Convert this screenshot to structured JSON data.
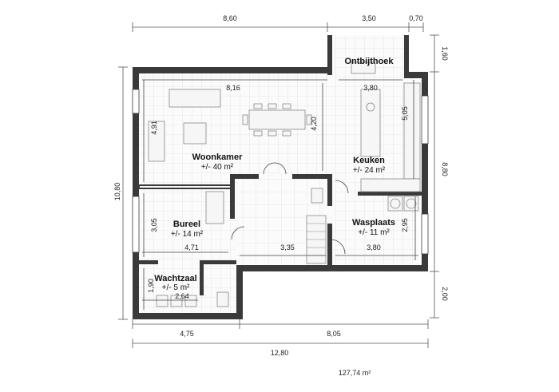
{
  "overall_dims": {
    "top_left": "8,60",
    "top_mid": "3,50",
    "top_right": "0,70",
    "right_top": "1,60",
    "right_mid": "8,80",
    "right_bottom": "2,00",
    "left": "10,80",
    "bottom_left": "4,75",
    "bottom_right": "8,05",
    "bottom_total": "12,80"
  },
  "rooms": {
    "ontbijthoek": {
      "name": "Ontbijthoek",
      "dim": "3,80"
    },
    "woonkamer": {
      "name": "Woonkamer",
      "area": "+/- 40 m²",
      "dim_w": "8,16",
      "dim_h": "4,91",
      "dim_inner": "4,20"
    },
    "keuken": {
      "name": "Keuken",
      "area": "+/- 24 m²",
      "dim_h": "5,05"
    },
    "bureel": {
      "name": "Bureel",
      "area": "+/- 14 m²",
      "dim_w": "4,71",
      "dim_h": "3,05"
    },
    "wasplaats": {
      "name": "Wasplaats",
      "area": "+/- 11 m²",
      "dim_w": "3,80",
      "dim_h": "2,95"
    },
    "hall": {
      "dim_w": "3,35"
    },
    "wachtzaal": {
      "name": "Wachtzaal",
      "area": "+/- 5 m²",
      "dim_w": "2,64",
      "dim_h": "1,90"
    }
  },
  "total_area": "127,74 m²"
}
